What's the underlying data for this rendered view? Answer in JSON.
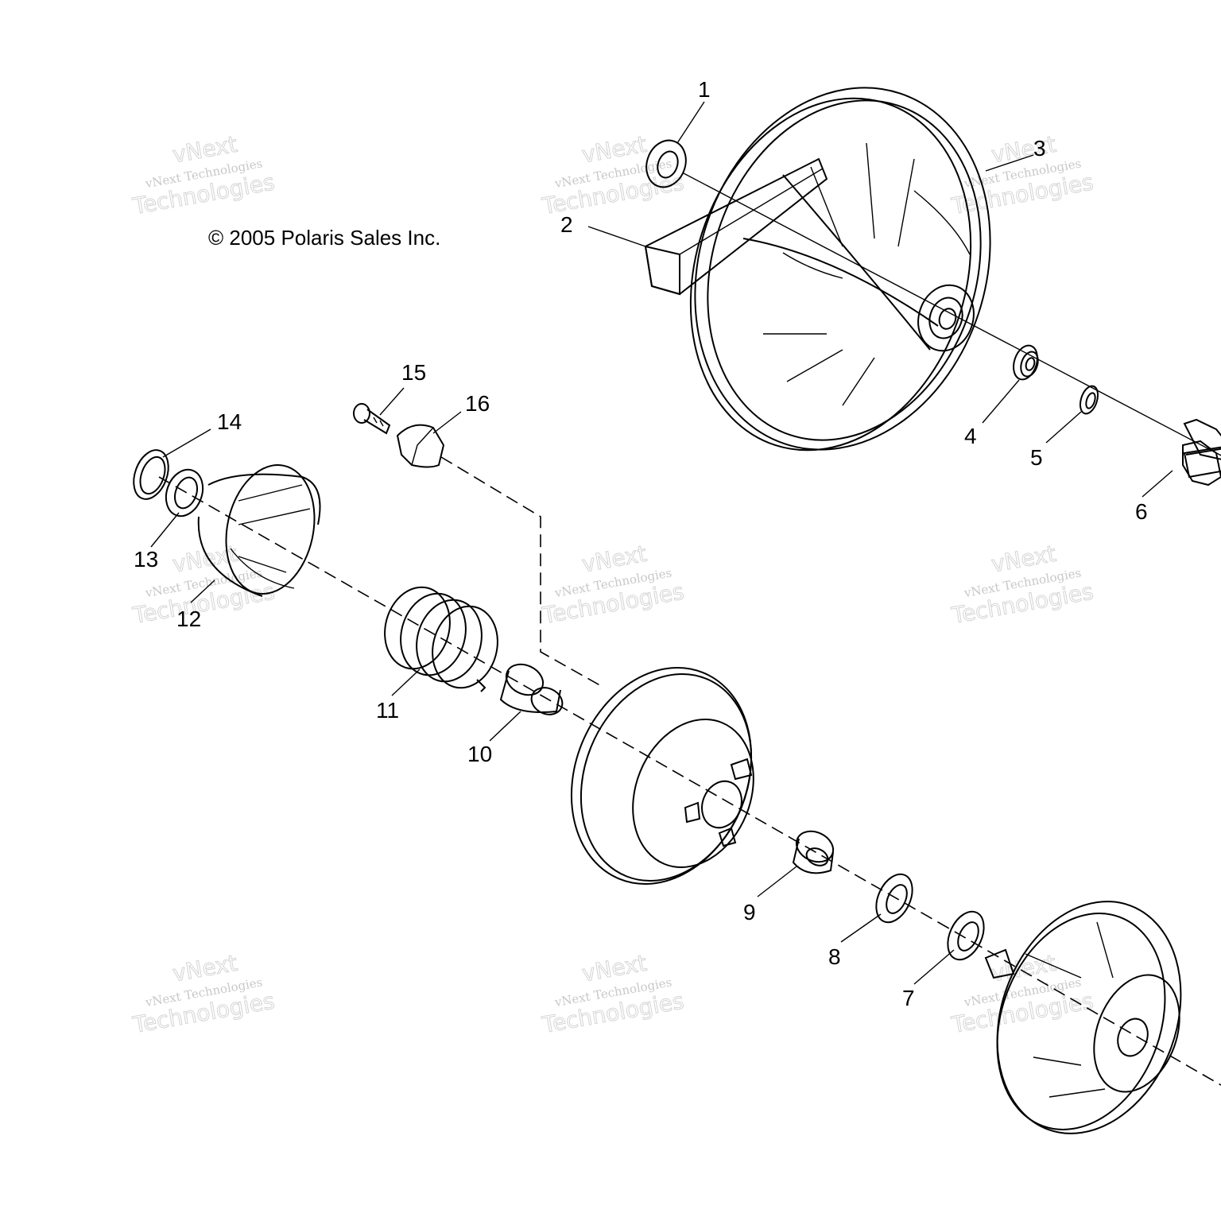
{
  "copyright": "© 2005 Polaris Sales Inc.",
  "watermark": {
    "line1": "vNext",
    "line2": "vNext Technologies",
    "line3": "Technologies"
  },
  "callouts": {
    "c1": "1",
    "c2": "2",
    "c3": "3",
    "c4": "4",
    "c5": "5",
    "c6": "6",
    "c7": "7",
    "c8": "8",
    "c9": "9",
    "c10": "10",
    "c11": "11",
    "c12": "12",
    "c13": "13",
    "c14": "14",
    "c15": "15",
    "c16": "16"
  }
}
